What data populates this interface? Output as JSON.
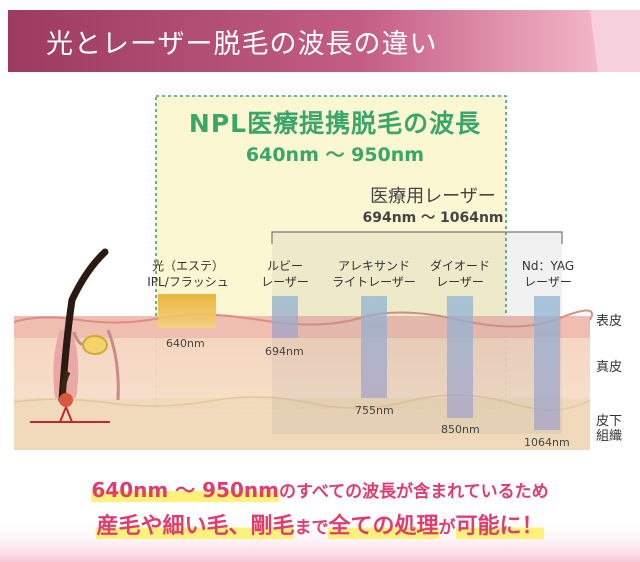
{
  "header": {
    "title": "光とレーザー脱毛の波長の違い"
  },
  "npl": {
    "title": "NPL医療提携脱毛の波長",
    "range": "640nm 〜 950nm"
  },
  "medical_laser": {
    "title": "医療用レーザー",
    "range": "694nm 〜 1064nm"
  },
  "sources": [
    {
      "line1": "光（エステ）",
      "line2": "IPL/フラッシュ",
      "wavelength": "640nm"
    },
    {
      "line1": "ルビー",
      "line2": "レーザー",
      "wavelength": "694nm"
    },
    {
      "line1": "アレキサンド",
      "line2": "ライトレーザー",
      "wavelength": "755nm"
    },
    {
      "line1": "ダイオード",
      "line2": "レーザー",
      "wavelength": "850nm"
    },
    {
      "line1": "Nd：YAG",
      "line2": "レーザー",
      "wavelength": "1064nm"
    }
  ],
  "skin_layers": {
    "epidermis": "表皮",
    "dermis": "真皮",
    "subcutis_1": "皮下",
    "subcutis_2": "組織"
  },
  "bottom": {
    "line1_highlight": "640nm 〜 950nm",
    "line1_rest": "のすべての波長が含まれているため",
    "line2_part1": "産毛や細い毛、剛毛",
    "line2_part2": "まで",
    "line2_part3": "全ての処理",
    "line2_part4": "が",
    "line2_part5": "可能に！"
  },
  "colors": {
    "title_bg_start": "#9c3b5f",
    "title_bg_end": "#f1a3bd",
    "npl_green": "#3aa66a",
    "npl_box_fill": "#fbf7d2",
    "bottom_text": "#e23c6f",
    "highlight": "#fff27a"
  }
}
